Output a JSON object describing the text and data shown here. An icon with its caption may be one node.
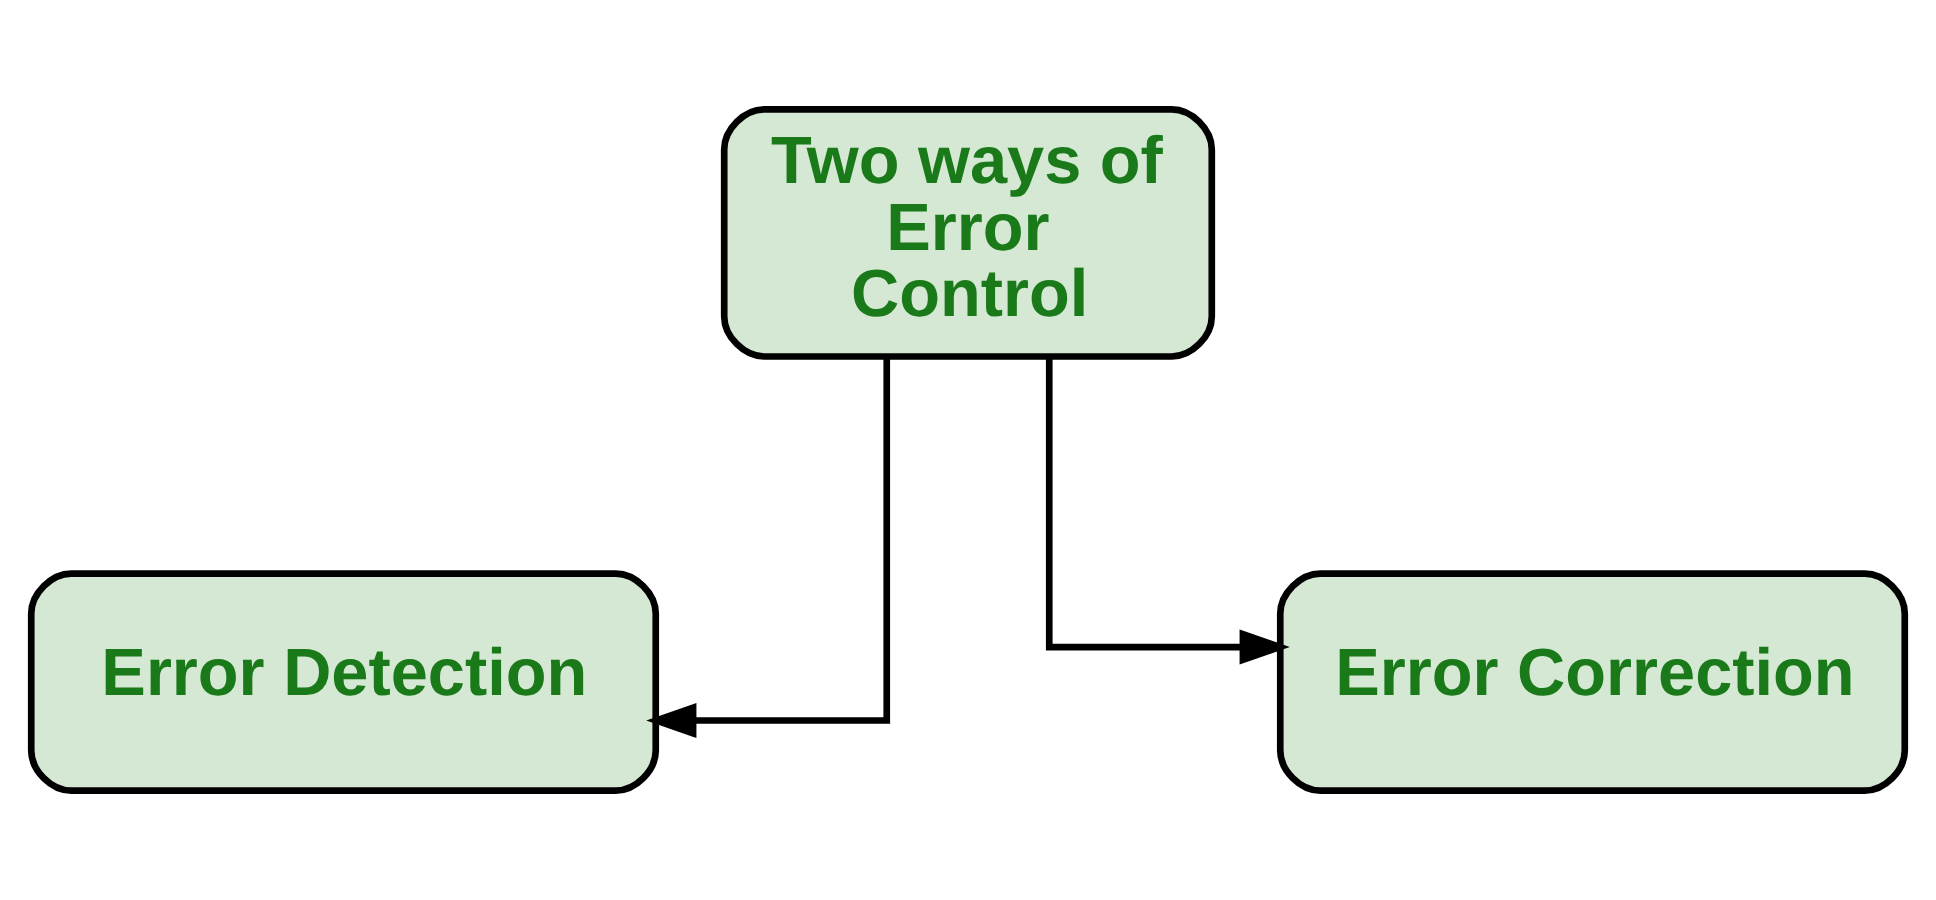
{
  "diagram": {
    "nodes": [
      {
        "text": [
          "Two ways of Error Control"
        ]
      },
      {
        "text": [
          "Error Detection"
        ]
      },
      {
        "text": [
          "Error Correction"
        ]
      }
    ],
    "edges": [
      {
        "from": 0,
        "to": 1,
        "arrow": "to"
      },
      {
        "from": 0,
        "to": 2,
        "arrow": "to"
      }
    ]
  }
}
